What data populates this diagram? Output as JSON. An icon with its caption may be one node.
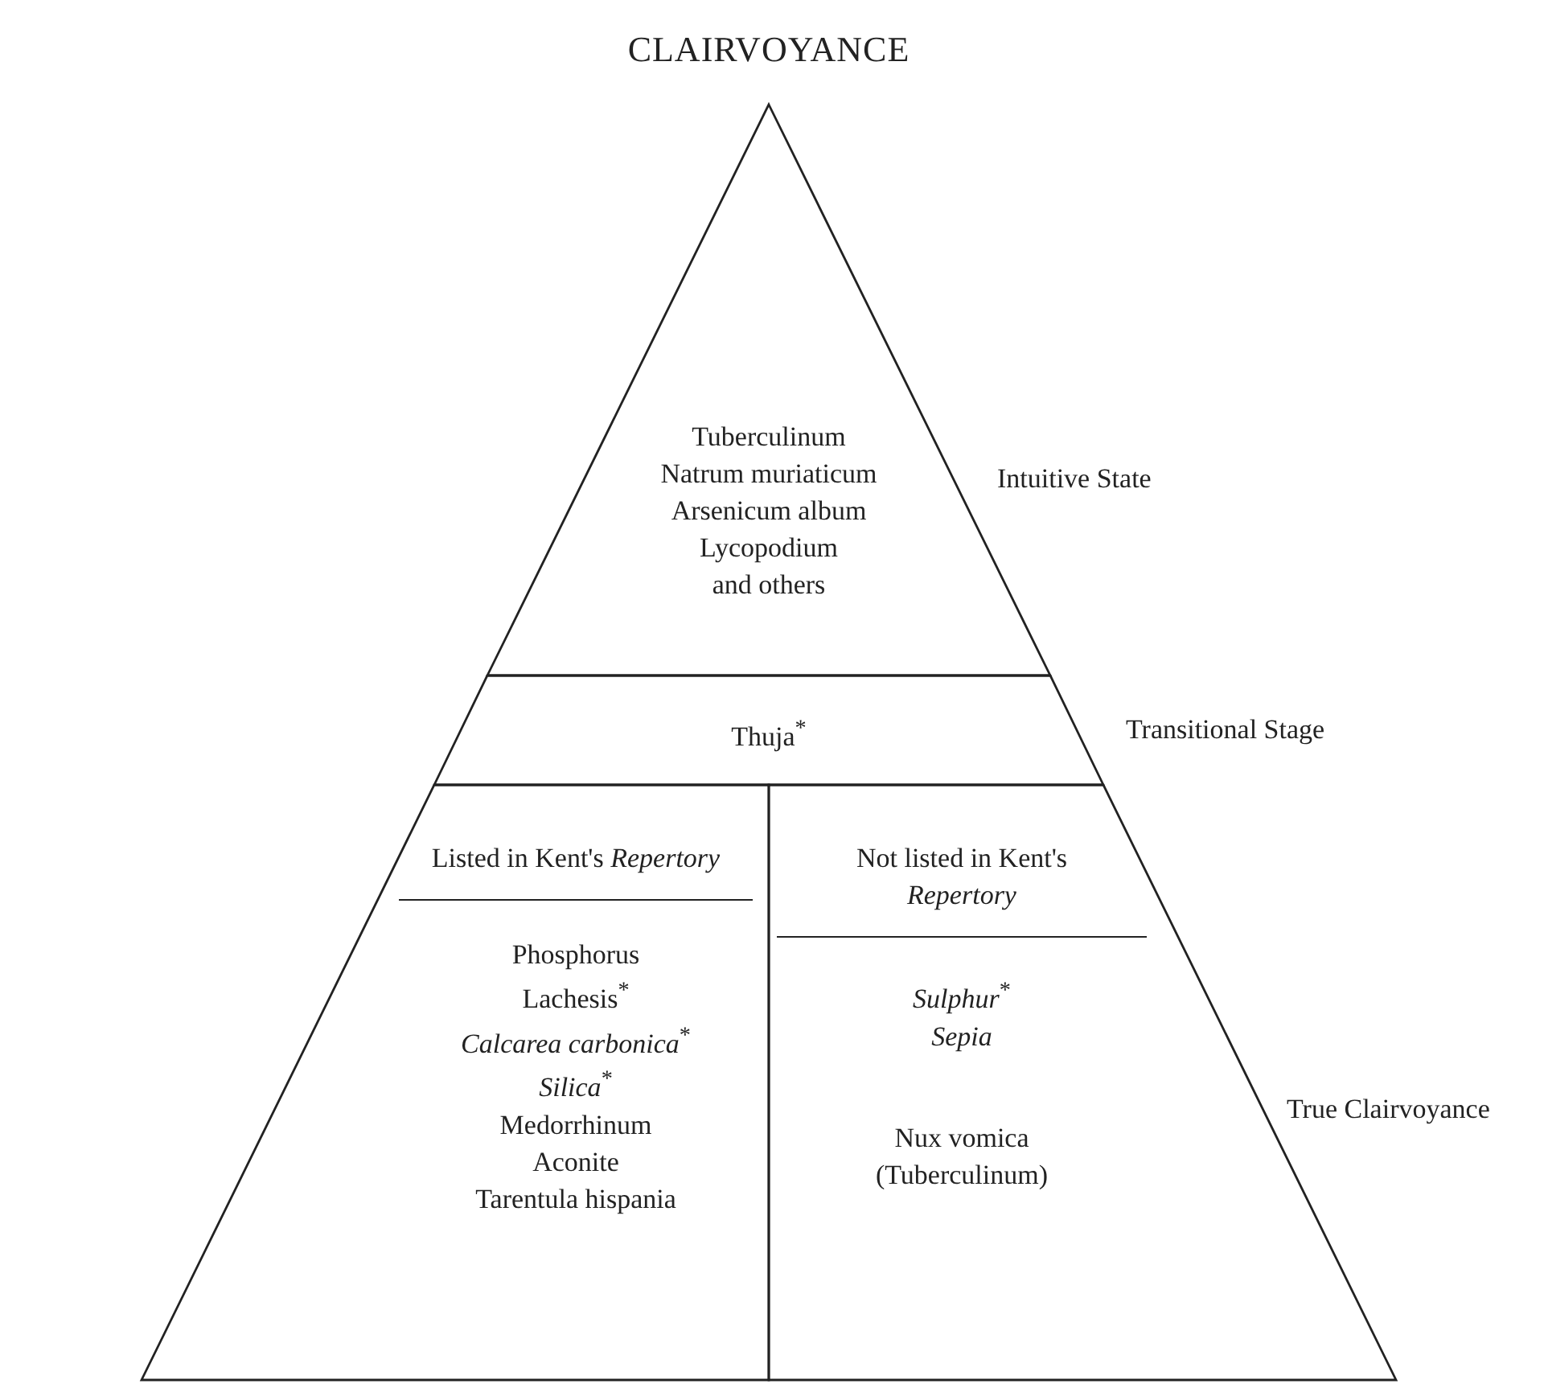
{
  "diagram": {
    "title": "CLAIRVOYANCE",
    "nodes": [
      {
        "text": [
          "Tuberculinum",
          "Natrum muriaticum",
          "Arsenicum album",
          "Lycopodium",
          "and others"
        ],
        "beside": [
          "Intuitive State"
        ]
      },
      {
        "text": [
          "Thuja$^{*}$"
        ],
        "beside": [
          "Transitional Stage"
        ]
      },
      {
        "text": [
          "Listed in Kent's *Repertory*",
          "Phosphorus",
          "Lachesis$^{*}$",
          "*Calcarea carbonica*$^{*}$",
          "*Silica*$^{*}$",
          "Medorrhinum",
          "Aconite",
          "Tarentula hispania"
        ]
      },
      {
        "text": [
          "Not listed in Kent's *Repertory*",
          "*Sulphur*$^{*}$",
          "*Sepia*",
          "Nux vomica",
          "(Tuberculinum)"
        ]
      }
    ],
    "labels": [
      "True Clairvoyance"
    ]
  }
}
